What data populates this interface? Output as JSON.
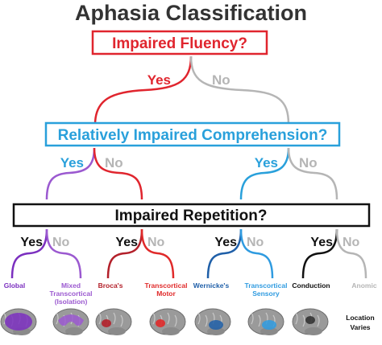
{
  "title": "Aphasia Classification",
  "questions": {
    "fluency": "Impaired Fluency?",
    "comprehension": "Relatively Impaired Comprehension?",
    "repetition": "Impaired Repetition?"
  },
  "answers": {
    "yes": "Yes",
    "no": "No"
  },
  "outcomes": [
    {
      "lines": [
        "Global"
      ],
      "color": "#7b2fbf"
    },
    {
      "lines": [
        "Mixed",
        "Transcortical",
        "(Isolation)"
      ],
      "color": "#9b59d0"
    },
    {
      "lines": [
        "Broca's"
      ],
      "color": "#b3202a"
    },
    {
      "lines": [
        "Transcortical",
        "Motor"
      ],
      "color": "#e02a2a"
    },
    {
      "lines": [
        "Wernicke's"
      ],
      "color": "#1f5fa8"
    },
    {
      "lines": [
        "Transcortical",
        "Sensory"
      ],
      "color": "#2f9be0"
    },
    {
      "lines": [
        "Conduction"
      ],
      "color": "#111111"
    },
    {
      "lines": [
        "Anomic"
      ],
      "color": "#b5b5b5"
    }
  ],
  "location_note": "Location Varies",
  "colors": {
    "fluency": "#e0252e",
    "comprehension": "#29a0db",
    "repetition": "#111111",
    "no_branch": "#b5b5b5",
    "title": "#333333"
  }
}
